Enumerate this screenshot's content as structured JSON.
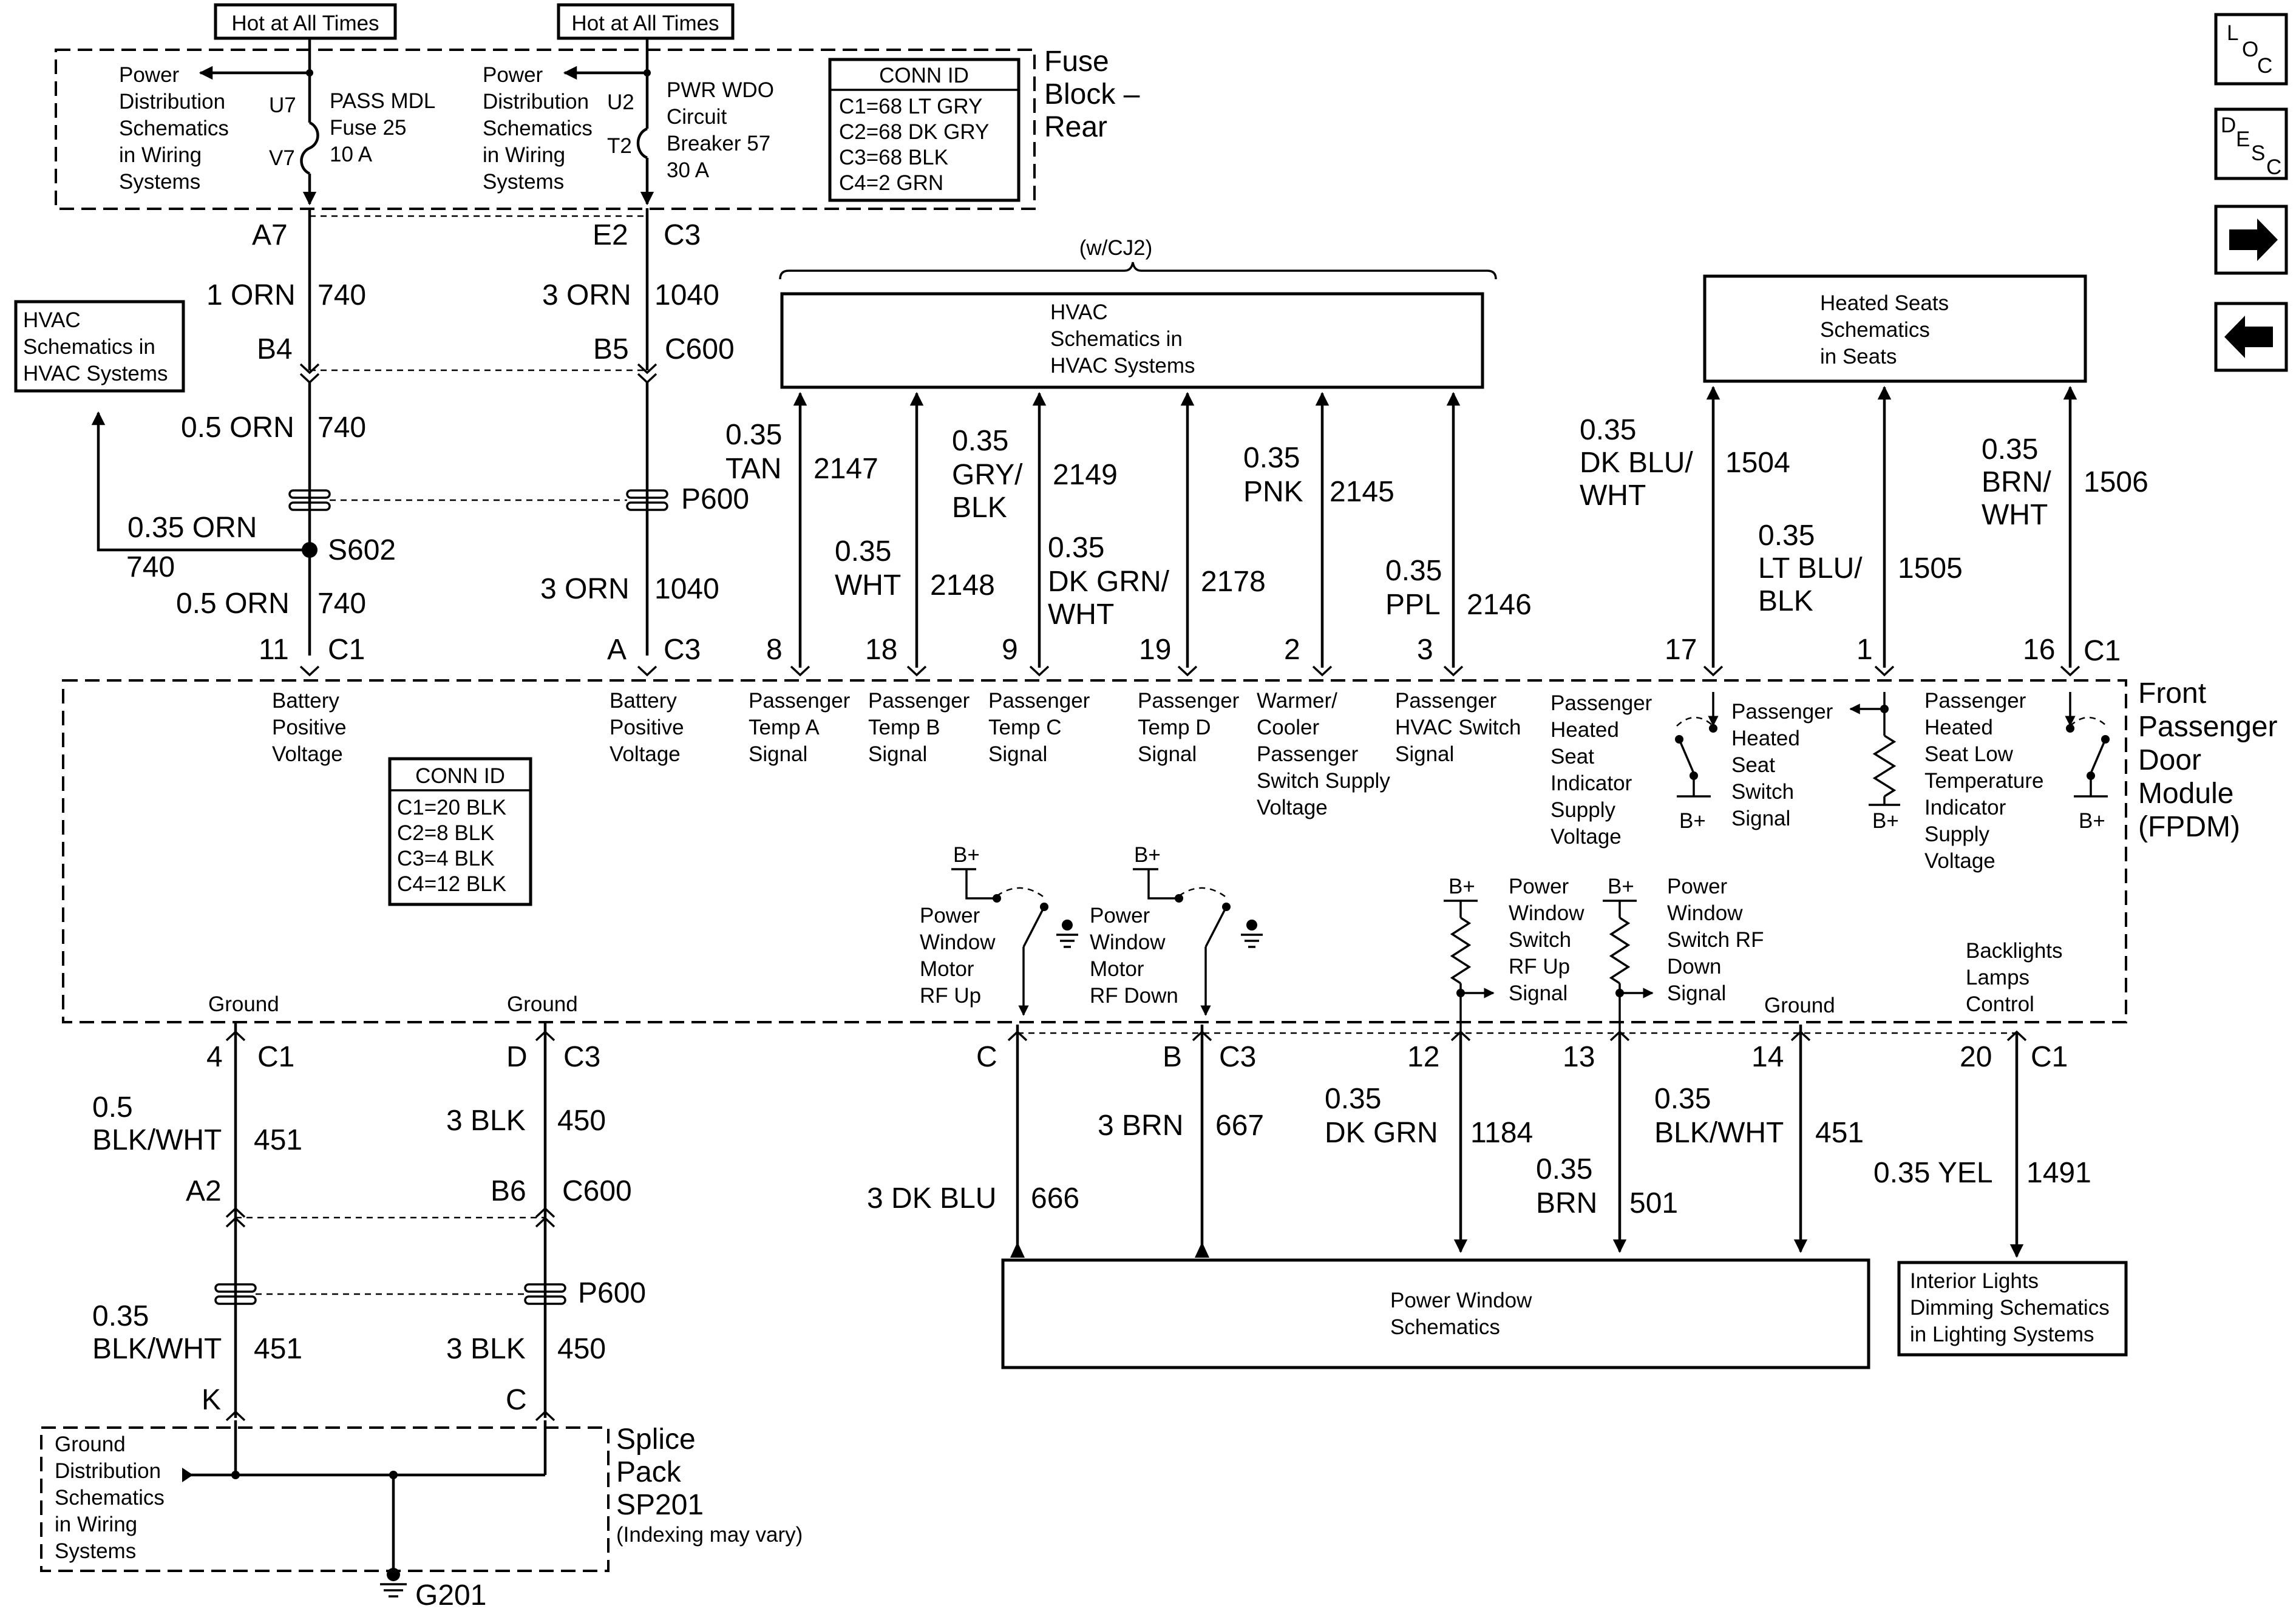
{
  "fuse_block": {
    "hot1": "Hot at All Times",
    "hot2": "Hot at All Times",
    "pd1": [
      "Power",
      "Distribution",
      "Schematics",
      "in Wiring",
      "Systems"
    ],
    "pd2": [
      "Power",
      "Distribution",
      "Schematics",
      "in Wiring",
      "Systems"
    ],
    "u7": "U7",
    "v7": "V7",
    "u2": "U2",
    "t2": "T2",
    "fuse_label": [
      "PASS MDL",
      "Fuse 25",
      "10 A"
    ],
    "breaker_label": [
      "PWR WDO",
      "Circuit",
      "Breaker 57",
      "30 A"
    ],
    "conn_title": "CONN ID",
    "conn_lines": [
      "C1=68 LT GRY",
      "C2=68 DK GRY",
      "C3=68 BLK",
      "C4=2 GRN"
    ],
    "title": [
      "Fuse",
      "Block –",
      "Rear"
    ]
  },
  "left_wiring": {
    "a7": "A7",
    "e2": "E2",
    "c3_top": "C3",
    "w1_color": "1 ORN",
    "w1_circ": "740",
    "w2_color": "3 ORN",
    "w2_circ": "1040",
    "b4": "B4",
    "b5": "B5",
    "c600": "C600",
    "w3_color": "0.5 ORN",
    "w3_circ": "740",
    "p600": "P600",
    "w4_color": "0.35 ORN",
    "w4_circ": "740",
    "s602": "S602",
    "w5_color": "0.5 ORN",
    "w5_circ": "740",
    "w6_color": "3 ORN",
    "w6_circ": "1040",
    "pin11": "11",
    "c1": "C1",
    "pinA": "A",
    "c3": "C3",
    "hvac_left": [
      "HVAC",
      "Schematics in",
      "HVAC Systems"
    ]
  },
  "hvac": {
    "brace": "(w/CJ2)",
    "box": [
      "HVAC",
      "Schematics in",
      "HVAC Systems"
    ],
    "wires": [
      {
        "size": "0.35",
        "color": [
          "TAN"
        ],
        "circ": "2147",
        "pin": "8"
      },
      {
        "size": "0.35",
        "color": [
          "WHT"
        ],
        "circ": "2148",
        "pin": "18"
      },
      {
        "size": "0.35",
        "color": [
          "GRY/",
          "BLK"
        ],
        "circ": "2149",
        "pin": "9"
      },
      {
        "size": "0.35",
        "color": [
          "DK GRN/",
          "WHT"
        ],
        "circ": "2178",
        "pin": "19"
      },
      {
        "size": "0.35",
        "color": [
          "PNK"
        ],
        "circ": "2145",
        "pin": "2"
      },
      {
        "size": "0.35",
        "color": [
          "PPL"
        ],
        "circ": "2146",
        "pin": "3"
      }
    ]
  },
  "heated_seats": {
    "box": [
      "Heated Seats",
      "Schematics",
      "in Seats"
    ],
    "wires": [
      {
        "size": "0.35",
        "color": [
          "DK BLU/",
          "WHT"
        ],
        "circ": "1504",
        "pin": "17"
      },
      {
        "size": "0.35",
        "color": [
          "LT BLU/",
          "BLK"
        ],
        "circ": "1505",
        "pin": "1"
      },
      {
        "size": "0.35",
        "color": [
          "BRN/",
          "WHT"
        ],
        "circ": "1506",
        "pin": "16"
      }
    ],
    "c1": "C1"
  },
  "fpdm": {
    "title": [
      "Front",
      "Passenger",
      "Door",
      "Module",
      "(FPDM)"
    ],
    "conn_title": "CONN ID",
    "conn_lines": [
      "C1=20 BLK",
      "C2=8 BLK",
      "C3=4 BLK",
      "C4=12 BLK"
    ],
    "batt1": [
      "Battery",
      "Positive",
      "Voltage"
    ],
    "batt2": [
      "Battery",
      "Positive",
      "Voltage"
    ],
    "sig_a": [
      "Passenger",
      "Temp A",
      "Signal"
    ],
    "sig_b": [
      "Passenger",
      "Temp B",
      "Signal"
    ],
    "sig_c": [
      "Passenger",
      "Temp C",
      "Signal"
    ],
    "sig_d": [
      "Passenger",
      "Temp D",
      "Signal"
    ],
    "sig_wc": [
      "Warmer/",
      "Cooler",
      "Passenger",
      "Switch Supply",
      "Voltage"
    ],
    "sig_hvac": [
      "Passenger",
      "HVAC Switch",
      "Signal"
    ],
    "sig_hs_ind": [
      "Passenger",
      "Heated",
      "Seat",
      "Indicator",
      "Supply",
      "Voltage"
    ],
    "sig_hs_sw": [
      "Passenger",
      "Heated",
      "Seat",
      "Switch",
      "Signal"
    ],
    "sig_low": [
      "Passenger",
      "Heated",
      "Seat Low",
      "Temperature",
      "Indicator",
      "Supply",
      "Voltage"
    ],
    "bplus": "B+",
    "pwm_up": [
      "Power",
      "Window",
      "Motor",
      "RF Up"
    ],
    "pwm_down": [
      "Power",
      "Window",
      "Motor",
      "RF Down"
    ],
    "pws_up": [
      "Power",
      "Window",
      "Switch",
      "RF Up",
      "Signal"
    ],
    "pws_down": [
      "Power",
      "Window",
      "Switch RF",
      "Down",
      "Signal"
    ],
    "backlights": [
      "Backlights",
      "Lamps",
      "Control"
    ],
    "ground1": "Ground",
    "ground2": "Ground",
    "ground3": "Ground"
  },
  "bottom": {
    "pin4": "4",
    "c1a": "C1",
    "pinD": "D",
    "c3a": "C3",
    "w1_size": "0.5",
    "w1_color": "BLK/WHT",
    "w1_circ": "451",
    "w2_color": "3 BLK",
    "w2_circ": "450",
    "a2": "A2",
    "b6": "B6",
    "c600": "C600",
    "p600": "P600",
    "w3_size": "0.35",
    "w3_color": "BLK/WHT",
    "w3_circ": "451",
    "w4_color": "3 BLK",
    "w4_circ": "450",
    "pinK": "K",
    "pinC": "C",
    "gd": [
      "Ground",
      "Distribution",
      "Schematics",
      "in Wiring",
      "Systems"
    ],
    "splice": [
      "Splice",
      "Pack",
      "SP201"
    ],
    "splice_note": "(Indexing may vary)",
    "g201": "G201",
    "pinC2": "C",
    "pinB": "B",
    "c3b": "C3",
    "pw_w1_color": "3 DK BLU",
    "pw_w1_circ": "666",
    "pw_w2_color": "3 BRN",
    "pw_w2_circ": "667",
    "pin12": "12",
    "pin13": "13",
    "pin14": "14",
    "pin20": "20",
    "c1b": "C1",
    "pw_w3_size": "0.35",
    "pw_w3_color": "DK GRN",
    "pw_w3_circ": "1184",
    "pw_w4_size": "0.35",
    "pw_w4_color": "BRN",
    "pw_w4_circ": "501",
    "pw_w5_size": "0.35",
    "pw_w5_color": "BLK/WHT",
    "pw_w5_circ": "451",
    "pw_w6_color": "0.35 YEL",
    "pw_w6_circ": "1491",
    "pw_box": [
      "Power Window",
      "Schematics"
    ],
    "lights_box": [
      "Interior Lights",
      "Dimming Schematics",
      "in Lighting Systems"
    ]
  },
  "nav": {
    "loc": [
      "L",
      "O",
      "C"
    ],
    "desc": [
      "D",
      "E",
      "S",
      "C"
    ],
    "next": "→",
    "prev": "←"
  }
}
